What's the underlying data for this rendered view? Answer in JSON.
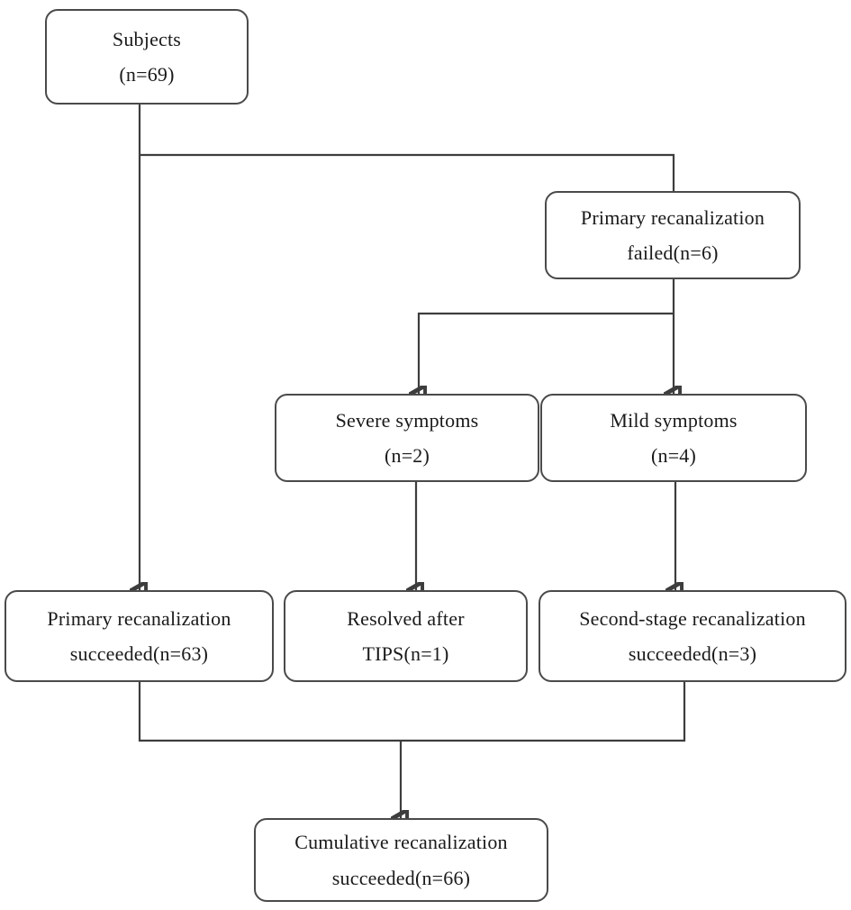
{
  "diagram": {
    "title": "Patient recanalization outcome flowchart",
    "type": "flowchart",
    "stroke_color": "#3d3d3d",
    "text_color": "#1a1a1a",
    "background_color": "#ffffff",
    "nodes": [
      {
        "id": "subjects",
        "line1": "Subjects",
        "line2": "(n=69)"
      },
      {
        "id": "primary_failed",
        "line1": "Primary recanalization",
        "line2": "failed(n=6)"
      },
      {
        "id": "severe_symptoms",
        "line1": "Severe symptoms",
        "line2": "(n=2)"
      },
      {
        "id": "mild_symptoms",
        "line1": "Mild symptoms",
        "line2": "(n=4)"
      },
      {
        "id": "primary_succeeded",
        "line1": "Primary recanalization",
        "line2": "succeeded(n=63)"
      },
      {
        "id": "resolved_tips",
        "line1": "Resolved after",
        "line2": "TIPS(n=1)"
      },
      {
        "id": "second_stage",
        "line1": "Second-stage recanalization",
        "line2": "succeeded(n=3)"
      },
      {
        "id": "cumulative",
        "line1": "Cumulative recanalization",
        "line2": "succeeded(n=66)"
      }
    ],
    "edges": [
      {
        "from": "subjects",
        "to": "primary_failed",
        "arrow": false
      },
      {
        "from": "subjects",
        "to": "primary_succeeded",
        "arrow": true
      },
      {
        "from": "primary_failed",
        "to": "severe_symptoms",
        "arrow": true
      },
      {
        "from": "primary_failed",
        "to": "mild_symptoms",
        "arrow": true
      },
      {
        "from": "severe_symptoms",
        "to": "resolved_tips",
        "arrow": true
      },
      {
        "from": "mild_symptoms",
        "to": "second_stage",
        "arrow": true
      },
      {
        "from": "primary_succeeded",
        "to": "cumulative",
        "arrow": true
      },
      {
        "from": "second_stage",
        "to": "cumulative",
        "arrow": true
      }
    ]
  }
}
